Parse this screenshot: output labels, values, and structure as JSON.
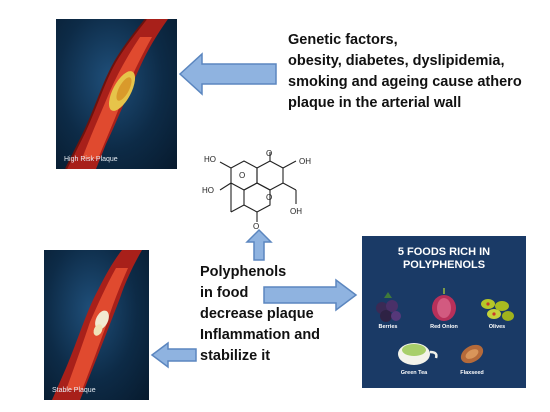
{
  "top_left_panel": {
    "caption": "High Risk Plaque"
  },
  "bottom_left_panel": {
    "caption": "Stable Plaque"
  },
  "risk_text": {
    "lines": [
      "Genetic factors,",
      "obesity, diabetes, dyslipidemia,",
      "smoking and ageing cause athero",
      "plaque in the arterial  wall"
    ]
  },
  "molecule": {
    "labels": [
      "HO",
      "HO",
      "O",
      "O",
      "O",
      "O",
      "OH",
      "OH"
    ]
  },
  "polyphenol_text": {
    "lines": [
      "Polyphenols",
      "in food",
      "decrease plaque",
      "Inflammation and",
      "stabilize it"
    ]
  },
  "foods_panel": {
    "title_line1": "5 FOODS RICH IN",
    "title_line2": "POLYPHENOLS",
    "items": [
      "Berries",
      "Red Onion",
      "Olives",
      "Green Tea",
      "Flaxseed"
    ]
  },
  "colors": {
    "arrow_fill": "#8fb3e0",
    "arrow_stroke": "#5b86bf",
    "artery_red": "#c0281e",
    "panel_navy": "#1a3a66"
  }
}
